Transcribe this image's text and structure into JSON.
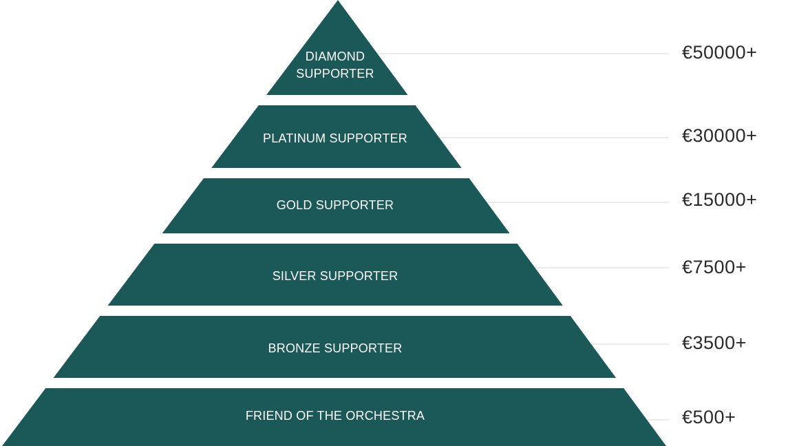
{
  "colors": {
    "tier_fill": "#1b5959",
    "tier_text": "#ffffff",
    "leader_line": "#d6d6d6",
    "price_text": "#2a2a2a",
    "background": "#ffffff"
  },
  "tiers": [
    {
      "name_lines": [
        "DIAMOND",
        "SUPPORTER"
      ],
      "price": "€50000+"
    },
    {
      "name_lines": [
        "PLATINUM SUPPORTER"
      ],
      "price": "€30000+"
    },
    {
      "name_lines": [
        "GOLD SUPPORTER"
      ],
      "price": "€15000+"
    },
    {
      "name_lines": [
        "SILVER SUPPORTER"
      ],
      "price": "€7500+"
    },
    {
      "name_lines": [
        "BRONZE SUPPORTER"
      ],
      "price": "€3500+"
    },
    {
      "name_lines": [
        "FRIEND OF THE ORCHESTRA"
      ],
      "price": "€500+"
    }
  ]
}
